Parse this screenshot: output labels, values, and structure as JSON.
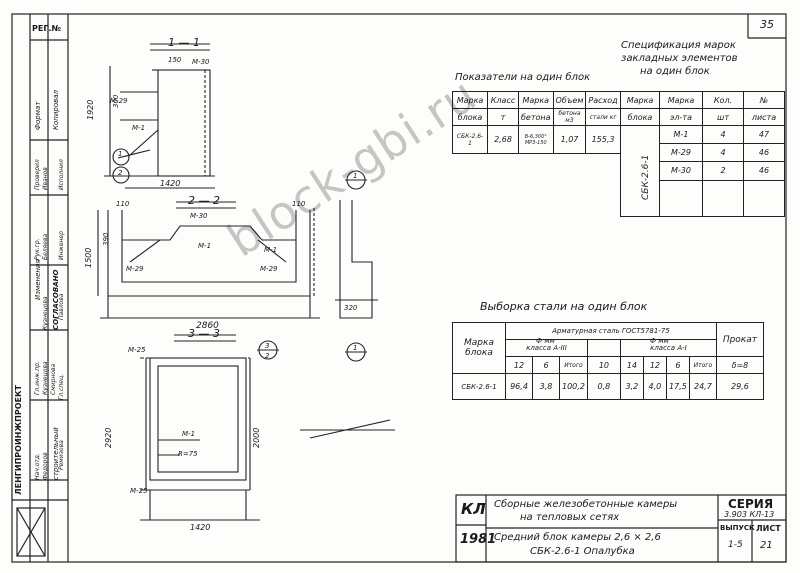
{
  "sheet_number": "35",
  "reg_no": "РЕГ.№",
  "watermark": "block-gbi.ru",
  "indicators": {
    "title": "Показатели на один блок",
    "headers": [
      "Марка",
      "Класс",
      "Марка",
      "Объем",
      "Расход"
    ],
    "subheaders": [
      "блока",
      "т",
      "бетона",
      "бетона м3",
      "стали кг"
    ],
    "row": [
      "СБК-2.6-1",
      "2,68",
      "В-6,300° МРЗ-150",
      "1,07",
      "155,3"
    ]
  },
  "spec": {
    "title_line1": "Спецификация марок",
    "title_line2": "закладных элементов",
    "title_line3": "на один блок",
    "headers": [
      "Марка",
      "Марка",
      "Кол.",
      "№"
    ],
    "subheaders": [
      "блока",
      "эл-та",
      "шт",
      "листа"
    ],
    "block": "СБК-2.6-1",
    "rows": [
      [
        "М-1",
        "4",
        "47"
      ],
      [
        "М-29",
        "4",
        "46"
      ],
      [
        "М-30",
        "2",
        "46"
      ]
    ]
  },
  "steel": {
    "title": "Выборка стали на один блок",
    "header_group": "Арматурная сталь ГОСТ5781-75",
    "col_mark": "Марка блока",
    "class_a3": "класса А-III",
    "class_a1": "класса А-I",
    "dia_mm": "Ф мм",
    "itogo": "Итого",
    "prokat": "Прокат",
    "prokat_sub": "δ=8",
    "diameters": [
      "12",
      "6",
      "Итого",
      "10",
      "14",
      "12",
      "6",
      "Итого"
    ],
    "row": [
      "СБК-2.6-1",
      "96,4",
      "3,8",
      "100,2",
      "0,8",
      "3,2",
      "4,0",
      "17,5",
      "24,7",
      "29,6"
    ]
  },
  "sections": {
    "s1": "1 — 1",
    "s2": "2 — 2",
    "s3": "3 — 3",
    "markers": [
      "1",
      "2",
      "3",
      "1",
      "2",
      "1"
    ],
    "dims": {
      "w1420a": "1420",
      "w1420b": "1420",
      "w2860": "2860",
      "h1920": "1920",
      "h1500": "1500",
      "h2920": "2920",
      "h2000": "2000",
      "d150": "150",
      "d110a": "110",
      "d110b": "110",
      "d300": "300",
      "d320": "320",
      "d390": "390"
    },
    "labels": [
      "М-30",
      "М-29",
      "М-1",
      "М-30",
      "М-29",
      "М-1",
      "М-29",
      "М-1",
      "М-25",
      "М-1",
      "R=75",
      "М-25"
    ]
  },
  "approvals": {
    "labels": [
      "Нач.отд.",
      "Гл.спец.",
      "Гл.инж.пр.",
      "Рук.гр.",
      "Инженер",
      "Проверил",
      "Исполнил"
    ],
    "names": [
      "Федоров",
      "Ремизова",
      "Кузнецова",
      "Беляева",
      "Смирнова",
      "Иванов",
      "Павлова"
    ],
    "agreed": "СОГЛАСОВАНО",
    "org": "ЛЕНГИПРОИНЖПРОЕКТ",
    "dept": "строительный",
    "changes": [
      "Изменения",
      "Копировал",
      "Формат"
    ]
  },
  "title_block": {
    "kl": "КЛ",
    "year": "1981",
    "line1": "Сборные железобетонные камеры",
    "line2": "на тепловых сетях",
    "line3": "Средний блок камеры 2,6 × 2,6",
    "line4": "СБК-2.6-1 Опалубка",
    "series_label": "СЕРИЯ",
    "series": "3.903 КЛ-13",
    "issue_label": "ВЫПУСК",
    "issue": "1-5",
    "sheet_label": "ЛИСТ",
    "sheet": "21"
  }
}
